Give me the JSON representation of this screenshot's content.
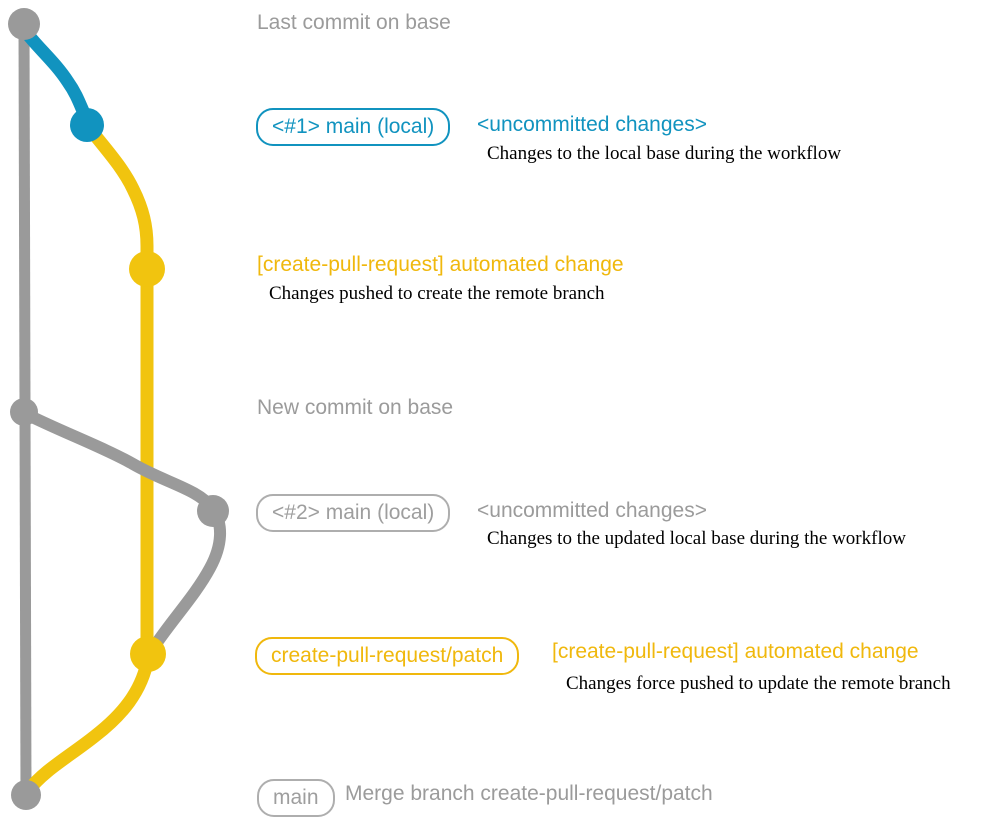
{
  "colors": {
    "graph_gray": "#9a9a9a",
    "graph_blue": "#1193bf",
    "graph_yellow": "#f1c40f",
    "text_gray": "#9b9b9b",
    "text_blue": "#1193bf",
    "text_yellow": "#f0b80d",
    "desc_black": "#000000"
  },
  "graph": {
    "commits": [
      {
        "name": "last-commit-on-base",
        "color": "gray"
      },
      {
        "name": "local-main-1",
        "color": "blue"
      },
      {
        "name": "remote-branch-commit-1",
        "color": "yellow"
      },
      {
        "name": "new-commit-on-base",
        "color": "gray"
      },
      {
        "name": "local-main-2",
        "color": "gray"
      },
      {
        "name": "remote-branch-commit-2",
        "color": "yellow"
      },
      {
        "name": "merge-commit",
        "color": "gray"
      }
    ]
  },
  "sections": {
    "commit1_label": "Last commit on base",
    "local1": {
      "badge": "<#1> main (local)",
      "title": "<uncommitted changes>",
      "desc": "Changes to the local base during the workflow"
    },
    "remote1": {
      "title": "[create-pull-request] automated change",
      "desc": "Changes pushed to create the remote branch"
    },
    "commit2_label": "New commit on base",
    "local2": {
      "badge": "<#2> main (local)",
      "title": "<uncommitted changes>",
      "desc": "Changes to the updated local base during the workflow"
    },
    "remote2": {
      "badge": "create-pull-request/patch",
      "title": "[create-pull-request] automated change",
      "desc": "Changes force pushed to update the remote branch"
    },
    "merge": {
      "badge": "main",
      "label": "Merge branch create-pull-request/patch"
    }
  }
}
